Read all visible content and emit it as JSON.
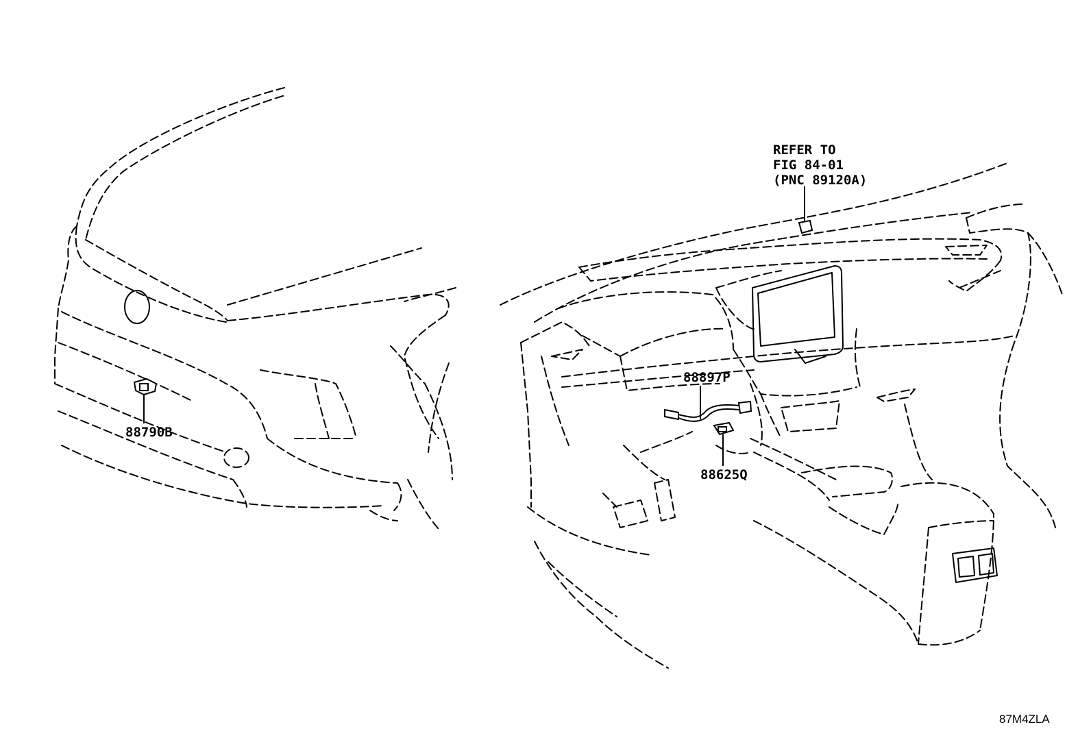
{
  "diagram": {
    "left_view": {
      "parts": [
        {
          "id": "bumper-sensor",
          "label": "88790B"
        }
      ]
    },
    "right_view": {
      "parts": [
        {
          "id": "sensor-cable",
          "label": "88897P"
        },
        {
          "id": "sensor-connector",
          "label": "88625Q"
        }
      ],
      "reference_note": {
        "lines": [
          "REFER TO",
          "FIG 84-01",
          "(PNC 89120A)"
        ]
      }
    },
    "illustration_code": "87M4ZLA"
  }
}
